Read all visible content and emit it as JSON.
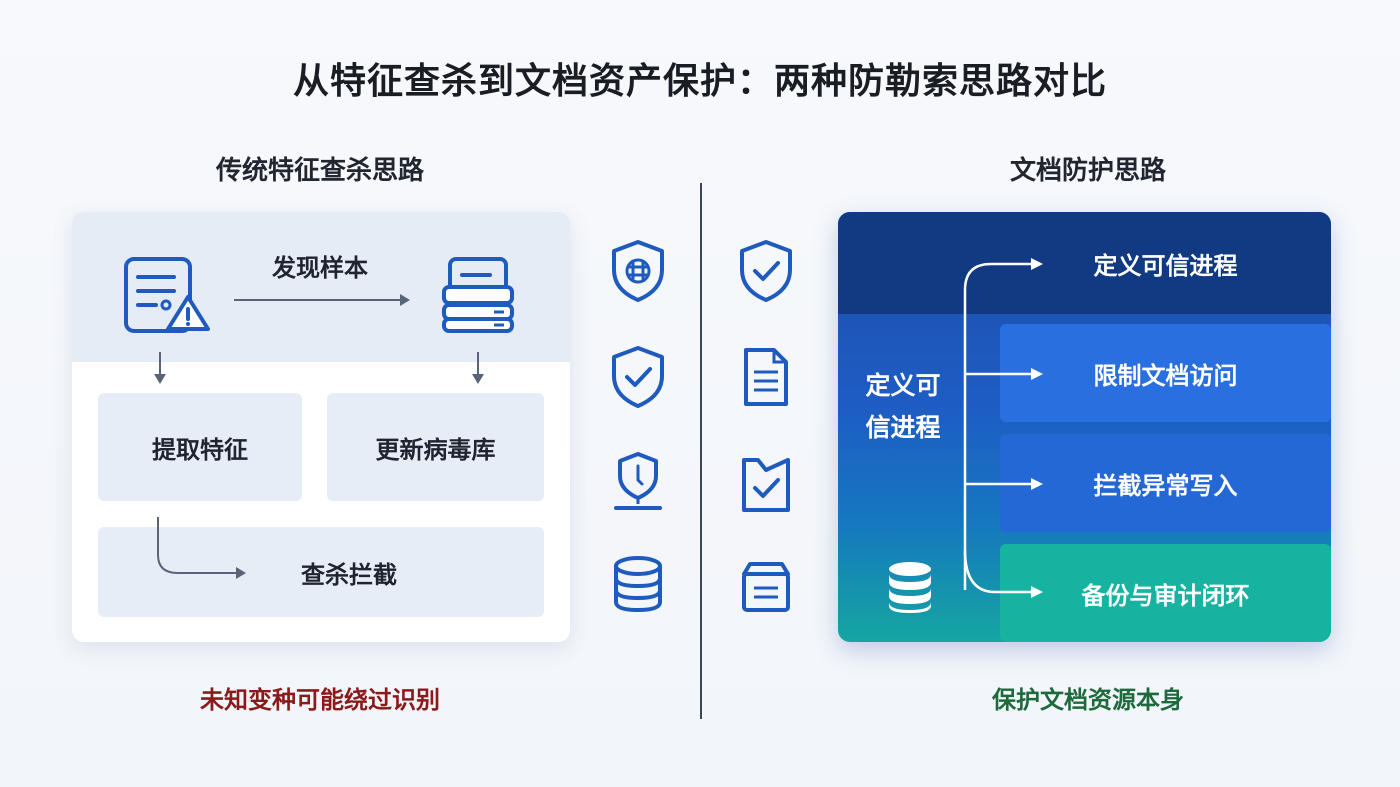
{
  "title": "从特征查杀到文档资产保护：两种防勒索思路对比",
  "left": {
    "heading": "传统特征查杀思路",
    "found_sample": "发现样本",
    "extract_features": "提取特征",
    "update_db": "更新病毒库",
    "kill_block": "查杀拦截",
    "note": "未知变种可能绕过识别"
  },
  "right": {
    "heading": "文档防护思路",
    "panel_label_line1": "定义可",
    "panel_label_line2": "信进程",
    "steps": [
      "定义可信进程",
      "限制文档访问",
      "拦截异常写入",
      "备份与审计闭环"
    ],
    "note": "保护文档资源本身"
  },
  "colors": {
    "icon_blue": "#1f5bbf",
    "panel_dark": "#123a82",
    "panel_teal": "#16b3a0",
    "warn_red": "#8b1a1a",
    "ok_green": "#1e6a3c"
  },
  "icons": {
    "left_column": [
      "shield-grid-icon",
      "shield-check-icon",
      "shield-pin-icon",
      "database-icon"
    ],
    "right_column": [
      "shield-check-icon",
      "document-lines-icon",
      "folder-check-icon",
      "archive-box-icon"
    ]
  }
}
